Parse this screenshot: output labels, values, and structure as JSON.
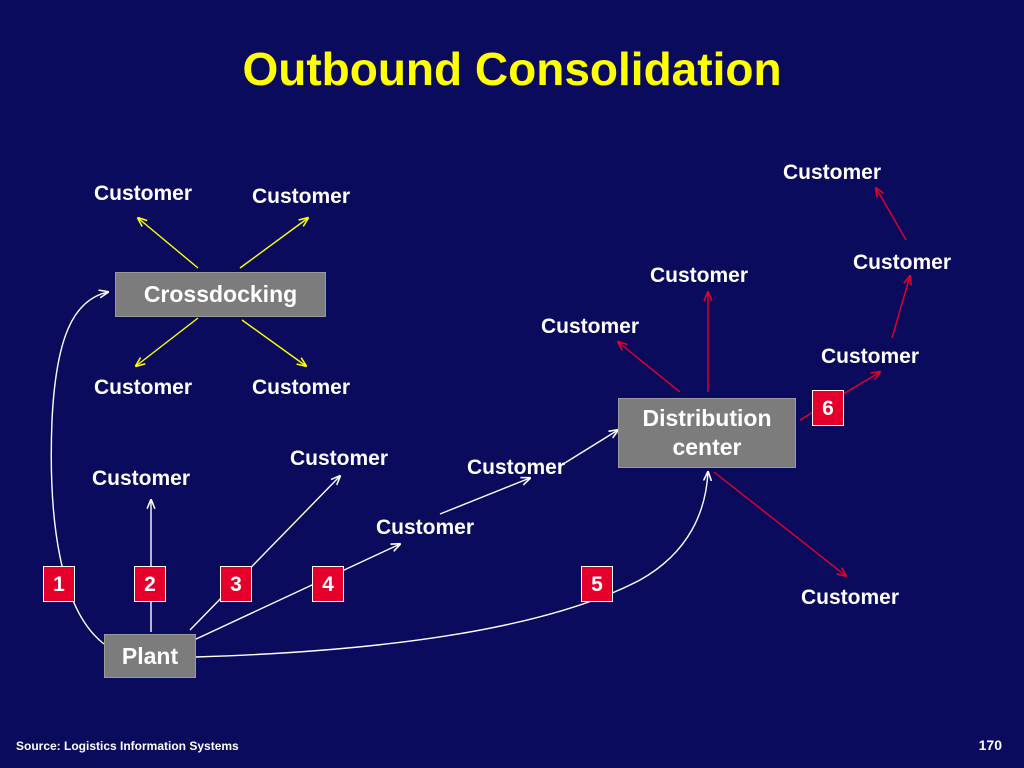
{
  "title": "Outbound Consolidation",
  "crossdocking_label": "Crossdocking",
  "plant_label": "Plant",
  "dc_label_line1": "Distribution",
  "dc_label_line2": "center",
  "customer_label": "Customer",
  "numbers": [
    "1",
    "2",
    "3",
    "4",
    "5",
    "6"
  ],
  "footer": "Source: Logistics Information Systems",
  "page_number": "170",
  "colors": {
    "background": "#0b0b5e",
    "title": "#ffff00",
    "crossdock_arrows": "#ffff00",
    "plant_arrows": "#ffffff",
    "dc_arrows": "#e4002b",
    "box": "#7c7c7c",
    "badge": "#e4002b"
  }
}
